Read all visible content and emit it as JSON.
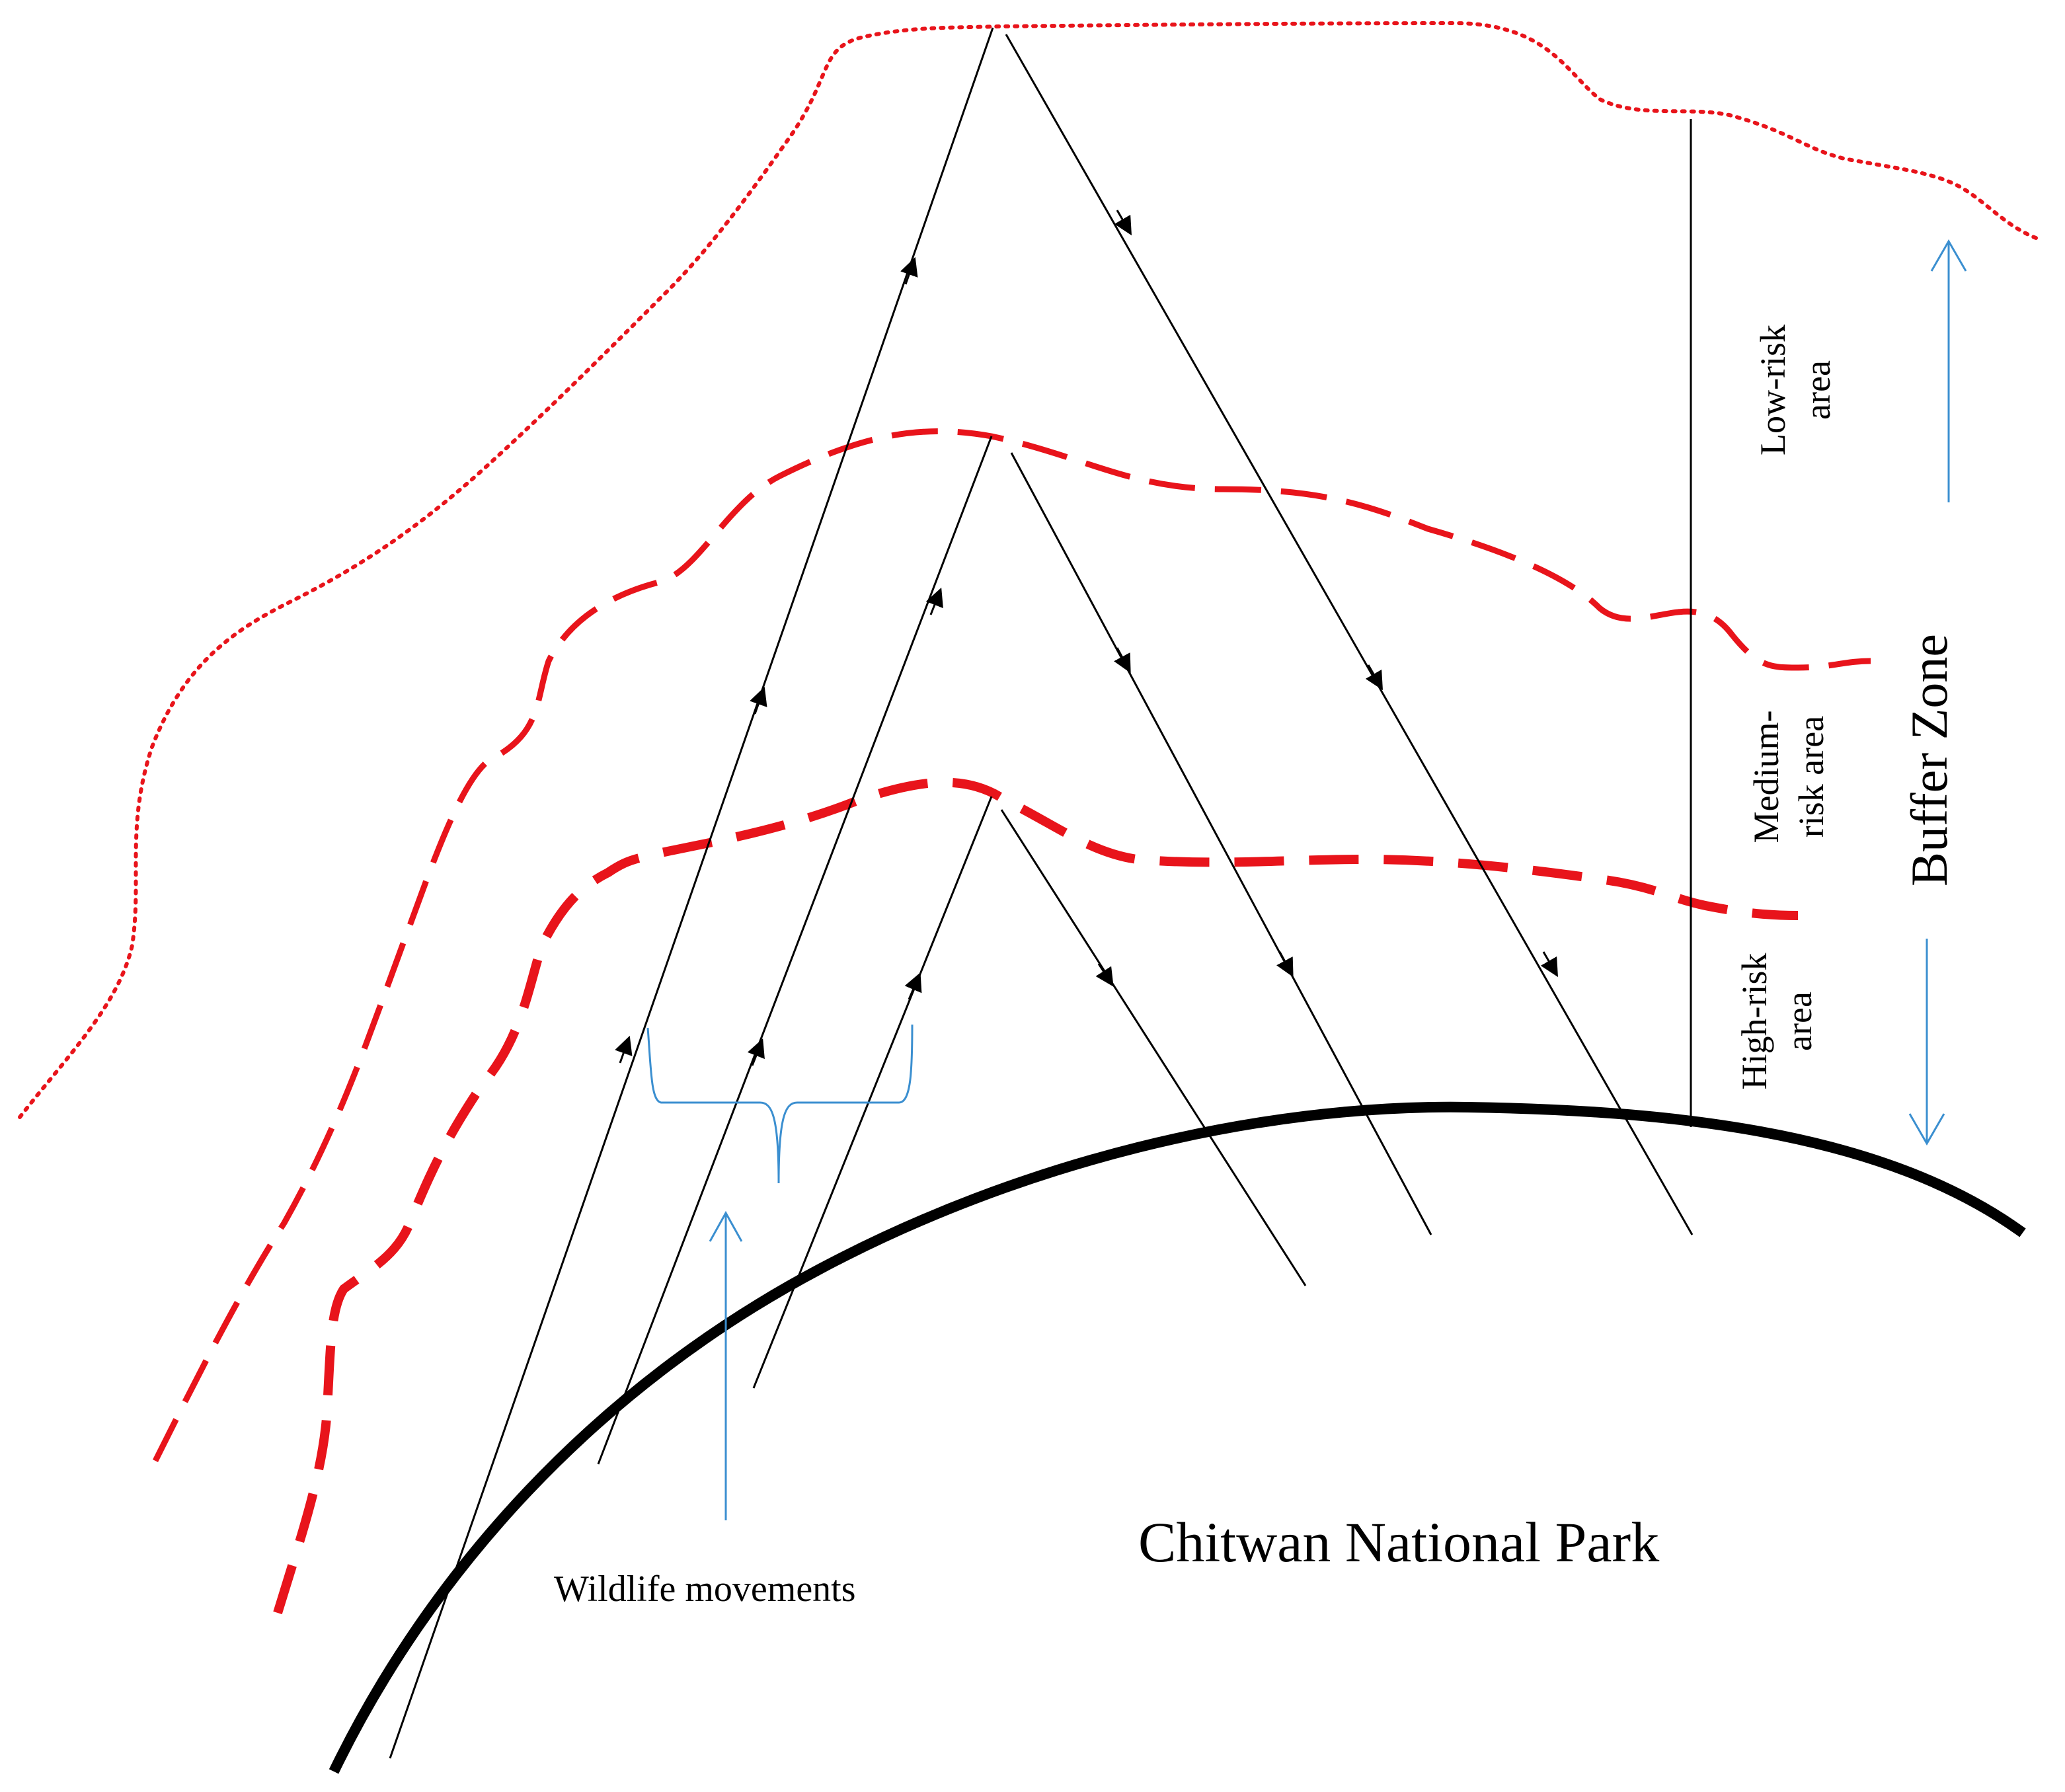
{
  "labels": {
    "park": "Chitwan National Park",
    "wildlife": "Wildlife movements",
    "buffer_zone": "Buffer Zone",
    "low_risk": [
      "Low-risk",
      "area"
    ],
    "medium_risk": [
      "Medium-",
      "risk area"
    ],
    "high_risk": [
      "High-risk",
      "area"
    ]
  },
  "colors": {
    "boundary_red": "#e8141b",
    "annotation_blue": "#3b8fd0",
    "line_black": "#000000"
  }
}
